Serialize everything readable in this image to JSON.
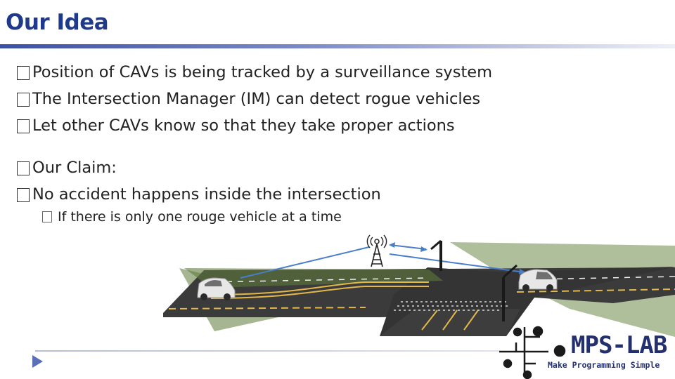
{
  "slide": {
    "title": "Our Idea"
  },
  "bullets": [
    {
      "text": "Position of CAVs is being tracked by a surveillance system"
    },
    {
      "text": "The Intersection Manager (IM) can detect rogue vehicles"
    },
    {
      "text": "Let other CAVs know so that they take proper actions"
    }
  ],
  "claim_bullets": [
    {
      "text": "Our Claim:"
    },
    {
      "text": "No accident happens inside the intersection"
    }
  ],
  "sub_bullet": {
    "text": "If there is only one rouge vehicle at a time"
  },
  "logo": {
    "name": "MPS-LAB",
    "tagline": "Make Programming Simple"
  },
  "colors": {
    "title": "#1f3a8a",
    "road": "#3a3a3a",
    "surveillance_zone": "#4a6b2c",
    "lane_marking": "#e8c24a",
    "signal_link": "#4a7ec8"
  },
  "icons": {
    "bullet_marker": "square-box-icon",
    "antenna": "radio-tower-icon",
    "car": "car-icon",
    "camera_pole": "camera-pole-icon",
    "nav": "play-triangle-icon"
  }
}
